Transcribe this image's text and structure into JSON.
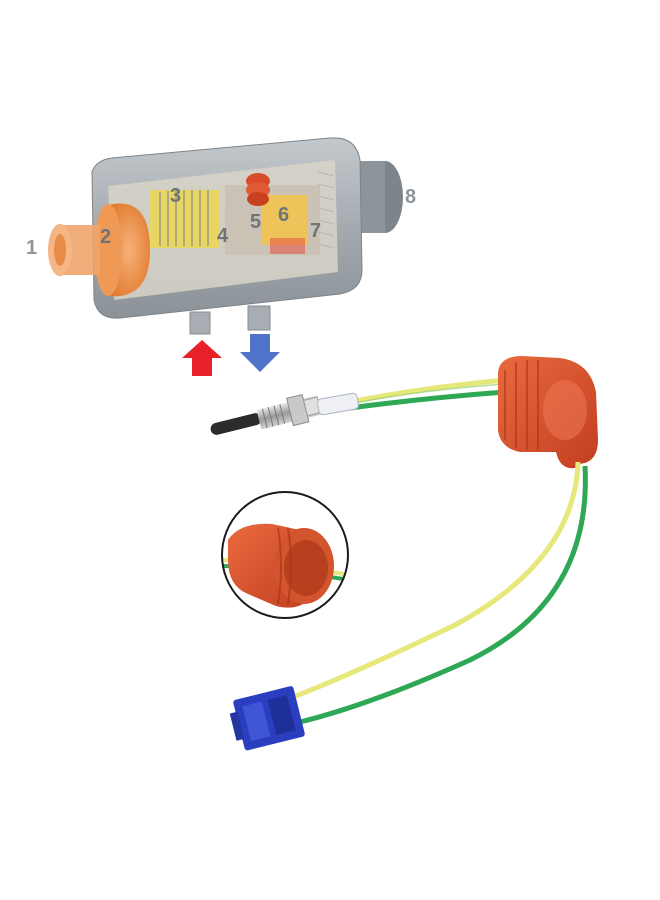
{
  "heater": {
    "component_numbers": [
      "1",
      "2",
      "3",
      "4",
      "5",
      "6",
      "7",
      "8"
    ],
    "inlet_arrow_color": "#e8202a",
    "outlet_arrow_color": "#4f74c9",
    "body_color": "#9ca3a8",
    "fan_color": "#e8893a"
  },
  "glow_plug": {
    "boot_color": "#d9502b",
    "wire_yellow": "#e6e87a",
    "wire_green": "#2fa855",
    "connector_color": "#2a3fbf",
    "tip_color": "#2b2b2b"
  }
}
